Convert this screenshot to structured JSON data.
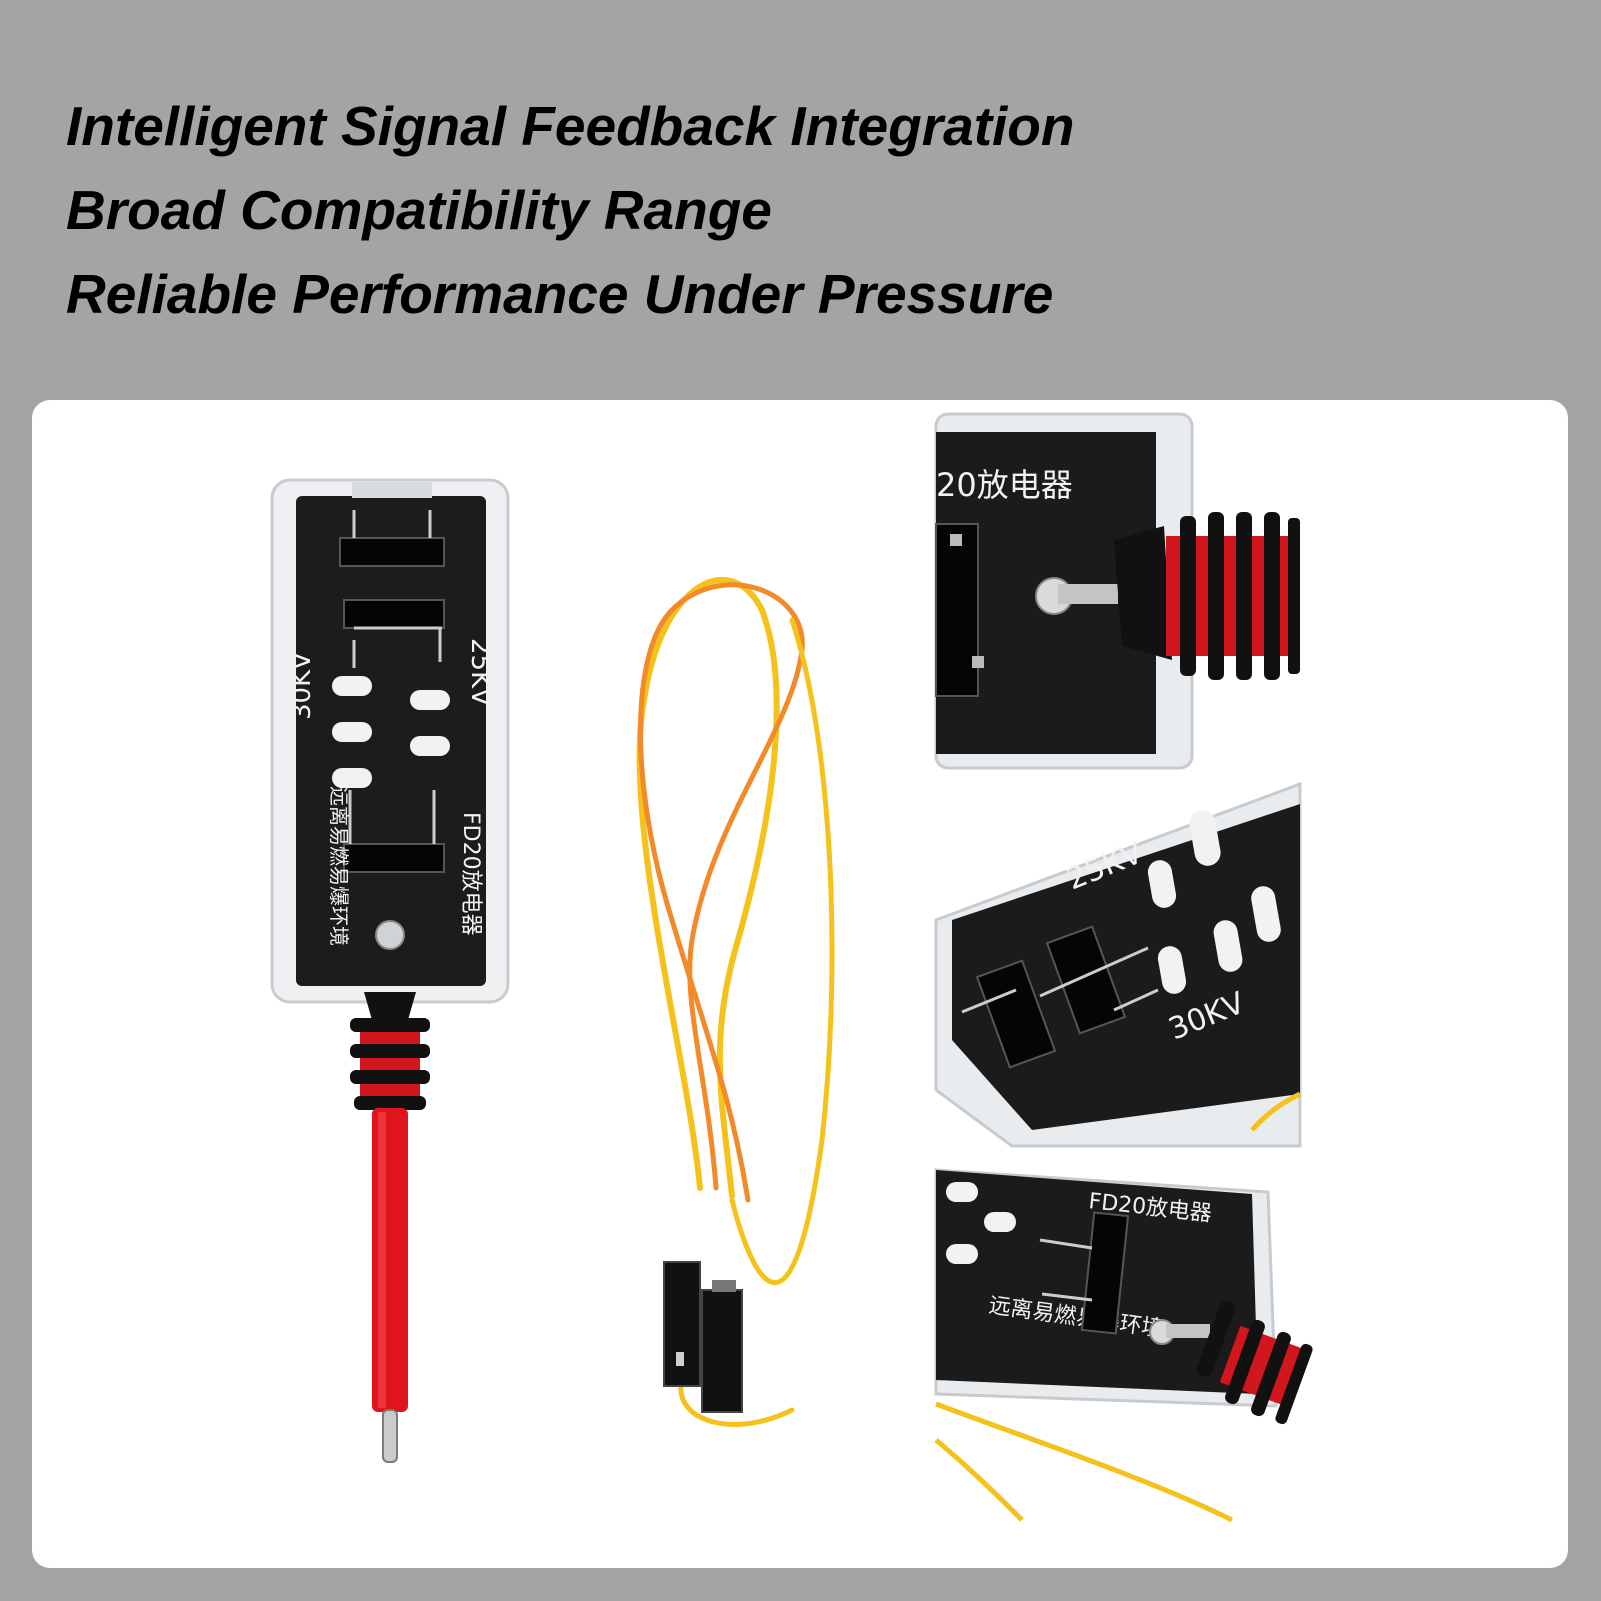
{
  "headlines": [
    "Intelligent Signal Feedback Integration",
    "Broad Compatibility Range",
    "Reliable Performance Under Pressure"
  ],
  "device_labels": {
    "kv_25": "25KV",
    "kv_30": "30KV",
    "model": "FD20放电器",
    "model_partial": "20放电器",
    "warning": "远离易燃易爆环境"
  },
  "colors": {
    "background": "#a4a4a4",
    "panel": "#ffffff",
    "pcb": "#1c1c1c",
    "probe_red": "#e0141c",
    "wire_yellow": "#f4c21a",
    "wire_orange": "#f28a2a"
  }
}
